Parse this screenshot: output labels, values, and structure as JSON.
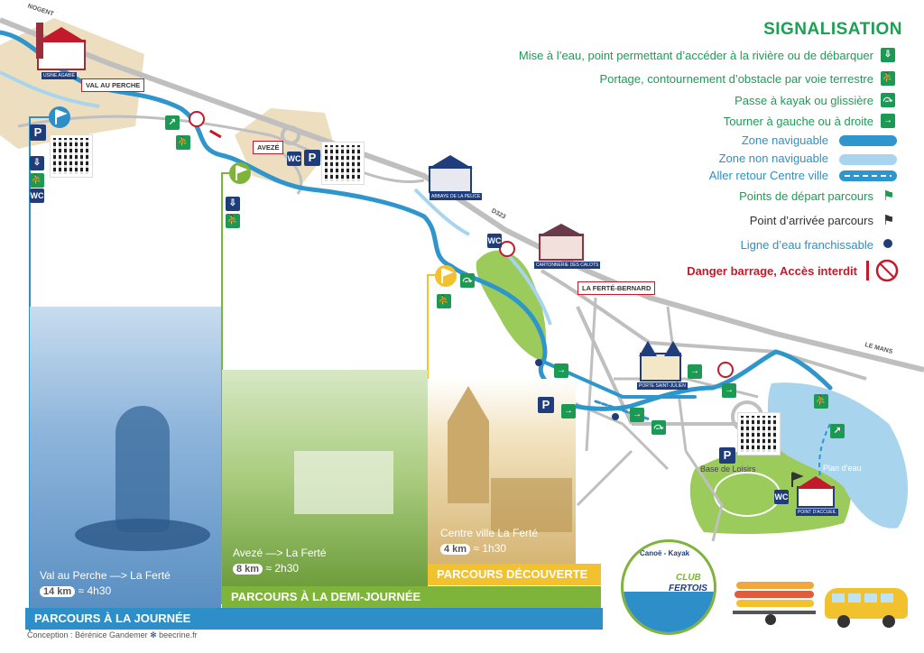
{
  "legend": {
    "title": "SIGNALISATION",
    "rows": [
      {
        "label": "Mise à l’eau, point permettant d’accéder à la rivière ou de débarquer",
        "icon": "launch-point-icon"
      },
      {
        "label": "Portage, contournement d’obstacle par voie terrestre",
        "icon": "portage-icon"
      },
      {
        "label": "Passe à kayak ou glissière",
        "icon": "kayak-pass-icon"
      },
      {
        "label": "Tourner à gauche ou à droite",
        "icon": "turn-arrow-icon"
      },
      {
        "label": "Zone naviguable",
        "icon": "navigable-zone-swatch"
      },
      {
        "label": "Zone non naviguable",
        "icon": "non-navigable-zone-swatch"
      },
      {
        "label": "Aller retour Centre ville",
        "icon": "round-trip-line-swatch"
      },
      {
        "label": "Points de départ parcours",
        "icon": "start-flag-icon"
      },
      {
        "label": "Point d’arrivée parcours",
        "icon": "finish-flag-icon"
      },
      {
        "label": "Ligne d’eau franchissable",
        "icon": "water-line-dot-icon"
      },
      {
        "label": "Danger barrage, Accès interdit",
        "icon": "danger-dam-icon"
      }
    ]
  },
  "places": {
    "val_au_perche": "VAL AU PERCHE",
    "aveze": "AVEZÉ",
    "la_ferte_bernard": "LA FERTÉ-BERNARD",
    "nogent": "NOGENT",
    "le_mans": "LE MANS",
    "d323": "D323",
    "base_de_loisirs": "Base de Loisirs",
    "plan_deau": "Plan d’eau",
    "usine": "USINE AGABIÉ",
    "abbaye": "ABBAYE DE LA PELICE",
    "cartonnerie": "CARTONNERIE DES CALOTS",
    "porte": "PORTE SAINT-JULIEN",
    "point_accueil": "POINT D'ACCUEIL"
  },
  "icons": {
    "parking": "P",
    "wc": "WC"
  },
  "routes": {
    "day": {
      "title": "PARCOURS À LA JOURNÉE",
      "route": "Val au Perche —> La Ferté",
      "distance": "14 km",
      "duration": "≈ 4h30",
      "color": "#2e8ec8"
    },
    "half_day": {
      "title": "PARCOURS À LA DEMI-JOURNÉE",
      "route": "Avezé —> La Ferté",
      "distance": "8 km",
      "duration": "≈ 2h30",
      "color": "#7fb43a"
    },
    "discovery": {
      "title": "PARCOURS DÉCOUVERTE",
      "route": "Centre ville La Ferté",
      "distance": "4 km",
      "duration": "≈ 1h30",
      "color": "#f2c12e"
    }
  },
  "club": {
    "top": "Canoë - Kayak",
    "name_1": "CLUB",
    "name_2": "FERTOIS"
  },
  "credits": {
    "conception": "Conception : Bérénice Gandemer",
    "site": "beecrine.fr"
  },
  "colors": {
    "river": "#2e96cc",
    "river_light": "#a9d4ee",
    "green": "#1c9a53",
    "park": "#9bcb5b",
    "town": "#e9d8b4",
    "road": "#bfbfbf",
    "danger": "#c21a2a",
    "blue_dark": "#1f3d7a"
  }
}
